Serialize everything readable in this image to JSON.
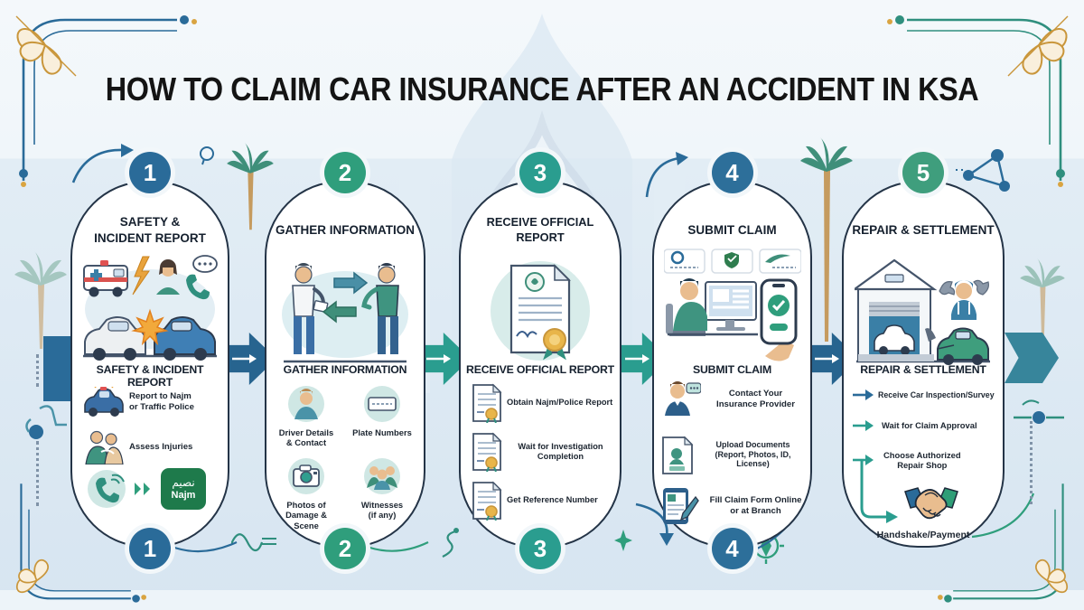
{
  "title": "HOW TO CLAIM CAR INSURANCE AFTER AN ACCIDENT IN KSA",
  "palette": {
    "blue": "#2a6b99",
    "green": "#2f9e7c",
    "teal": "#2a9d8f",
    "gold": "#d9a441",
    "navy_border": "#243447",
    "najm_green": "#1e7a4b",
    "arrow_blue": "#27648f",
    "arrow_teal": "#2a9d8f",
    "arrow_exit": "#37859b"
  },
  "steps": [
    {
      "number": "1",
      "color": "#2a6b99",
      "title": "SAFETY &\nINCIDENT REPORT",
      "header": "SAFETY & INCIDENT REPORT",
      "items": [
        {
          "icon": "police-car-icon",
          "label": "Report to Najm\nor Traffic Police"
        },
        {
          "icon": "assess-injuries-icon",
          "label": "Assess Injuries"
        },
        {
          "icon": "phone-call-icon",
          "label": ""
        }
      ],
      "najm_logo": {
        "arabic": "نصيم",
        "latin": "Najm"
      }
    },
    {
      "number": "2",
      "color": "#2f9e7c",
      "title": "GATHER INFORMATION",
      "header": "GATHER INFORMATION",
      "items": [
        {
          "icon": "driver-icon",
          "label": "Driver Details\n& Contact"
        },
        {
          "icon": "plate-icon",
          "label": "Plate Numbers"
        },
        {
          "icon": "camera-icon",
          "label": "Photos of\nDamage & Scene"
        },
        {
          "icon": "witnesses-icon",
          "label": "Witnesses\n(if any)"
        }
      ]
    },
    {
      "number": "3",
      "color": "#2a9d8f",
      "title": "RECEIVE OFFICIAL REPORT",
      "header": "RECEIVE OFFICIAL REPORT",
      "items": [
        {
          "icon": "report-doc-icon",
          "label": "Obtain Najm/Police Report"
        },
        {
          "icon": "report-doc-icon",
          "label": "Wait for Investigation\nCompletion"
        },
        {
          "icon": "report-doc-icon",
          "label": "Get Reference Number"
        }
      ]
    },
    {
      "number": "4",
      "color": "#2d6f9a",
      "title": "SUBMIT CLAIM",
      "header": "SUBMIT CLAIM",
      "items": [
        {
          "icon": "agent-icon",
          "label": "Contact Your\nInsurance Provider"
        },
        {
          "icon": "upload-doc-icon",
          "label": "Upload Documents\n(Report, Photos, ID, License)"
        },
        {
          "icon": "claim-form-icon",
          "label": "Fill Claim Form Online\nor at Branch"
        }
      ]
    },
    {
      "number": "5",
      "color": "#3f9e7d",
      "title": "REPAIR & SETTLEMENT",
      "header": "REPAIR & SETTLEMENT",
      "items": [
        {
          "icon": "arrow-bullet-icon",
          "label": "Receive Car Inspection/Survey"
        },
        {
          "icon": "arrow-bullet-icon",
          "label": "Wait for Claim Approval"
        },
        {
          "icon": "arrow-bullet-icon",
          "label": "Choose Authorized\nRepair Shop"
        },
        {
          "icon": "handshake-icon",
          "label": "Handshake/Payment"
        }
      ]
    }
  ],
  "bottom_numbers": [
    "1",
    "2",
    "3",
    "4"
  ]
}
